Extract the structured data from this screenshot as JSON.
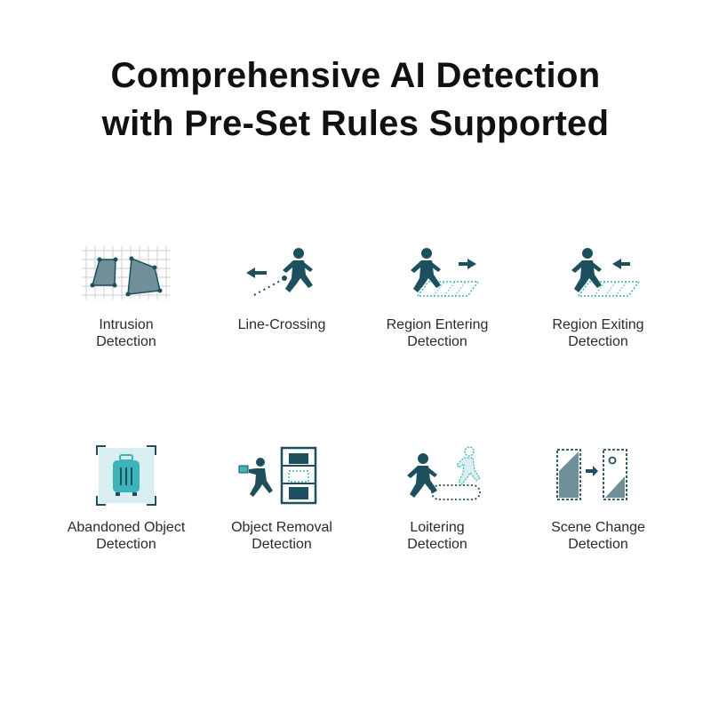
{
  "headline": {
    "line1": "Comprehensive AI Detection",
    "line2": "with Pre-Set Rules Supported"
  },
  "colors": {
    "primary": "#1d4f5e",
    "accent": "#3bb3b8",
    "grid": "#c9ced1",
    "fill": "#6f8f99",
    "light_bg": "#d9eef0"
  },
  "features": [
    {
      "icon": "intrusion-icon",
      "line1": "Intrusion",
      "line2": "Detection"
    },
    {
      "icon": "line-crossing-icon",
      "line1": "Line-Crossing",
      "line2": ""
    },
    {
      "icon": "region-entering-icon",
      "line1": "Region Entering",
      "line2": "Detection"
    },
    {
      "icon": "region-exiting-icon",
      "line1": "Region Exiting",
      "line2": "Detection"
    },
    {
      "icon": "abandoned-object-icon",
      "line1": "Abandoned Object",
      "line2": "Detection"
    },
    {
      "icon": "object-removal-icon",
      "line1": "Object Removal",
      "line2": "Detection"
    },
    {
      "icon": "loitering-icon",
      "line1": "Loitering",
      "line2": "Detection"
    },
    {
      "icon": "scene-change-icon",
      "line1": "Scene Change",
      "line2": "Detection"
    }
  ]
}
